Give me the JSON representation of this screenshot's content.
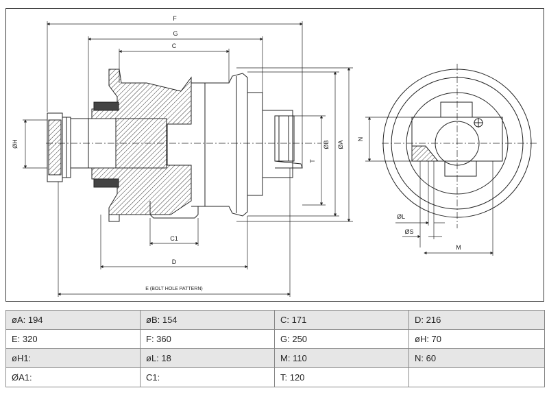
{
  "drawing": {
    "dims": {
      "F": "F",
      "G": "G",
      "C": "C",
      "H": "ØH",
      "B": "ØB",
      "A": "ØA",
      "T": "T",
      "N": "N",
      "C1": "C1",
      "D": "D",
      "E": "E (BOLT HOLE PATTERN)",
      "L": "ØL",
      "S": "ØS",
      "M": "M"
    }
  },
  "specs": {
    "rows": [
      [
        "øA: 194",
        "øB: 154",
        "C: 171",
        "D: 216"
      ],
      [
        "E: 320",
        "F: 360",
        "G: 250",
        "øH: 70"
      ],
      [
        "øH1:",
        "øL: 18",
        "M: 110",
        "N: 60"
      ],
      [
        "ØA1:",
        "C1:",
        "T: 120",
        ""
      ]
    ]
  }
}
